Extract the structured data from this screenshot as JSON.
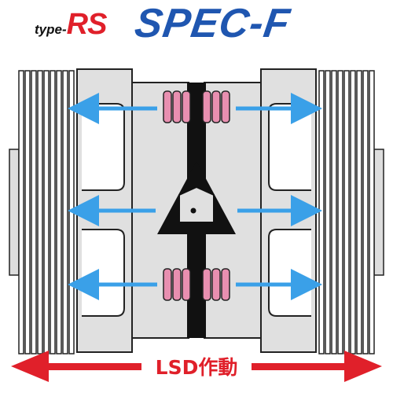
{
  "logo": {
    "type_prefix": "type-",
    "rs": "RS",
    "product": "SPEC-F"
  },
  "diagram": {
    "action_label": "LSD作動"
  },
  "colors": {
    "rs_red": "#e0202a",
    "spec_blue": "#1f56b0",
    "force_arrow": "#3aa0e8",
    "operation_arrow": "#e0202a",
    "spring": "#e88fb0",
    "body_gray": "#e0e0e0"
  }
}
